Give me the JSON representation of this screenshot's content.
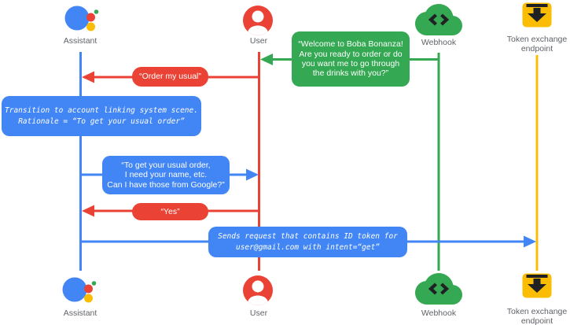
{
  "actors": {
    "assistant": {
      "label": "Assistant"
    },
    "user": {
      "label": "User"
    },
    "webhook": {
      "label": "Webhook"
    },
    "token_endpoint": {
      "label_lines": [
        "Token exchange",
        "endpoint"
      ]
    }
  },
  "messages": {
    "welcome": {
      "lines": [
        "“Welcome to Boba Bonanza!",
        "Are you ready to order or do",
        "you want me to go through",
        "the drinks with you?”"
      ],
      "direction": "webhook-to-user"
    },
    "order_usual": {
      "text": "“Order my usual”",
      "direction": "user-to-assistant"
    },
    "transition_note": {
      "lines": [
        "Transition to account linking system scene.",
        "Rationale = “To get your usual order”"
      ]
    },
    "get_order": {
      "lines": [
        "“To get your usual order,",
        "I need your name, etc.",
        "Can I have those from Google?”"
      ],
      "direction": "assistant-to-user"
    },
    "yes": {
      "text": "“Yes”",
      "direction": "user-to-assistant"
    },
    "sends_request": {
      "lines": [
        "Sends request that contains ID token for",
        "user@gmail.com with intent=“get”"
      ],
      "direction": "assistant-to-token-endpoint"
    }
  },
  "colors": {
    "blue": "#4285f4",
    "red": "#ea4335",
    "green": "#34a853",
    "yellow": "#fbbc04",
    "label_gray": "#5f6368",
    "icon_dark": "#202124"
  }
}
